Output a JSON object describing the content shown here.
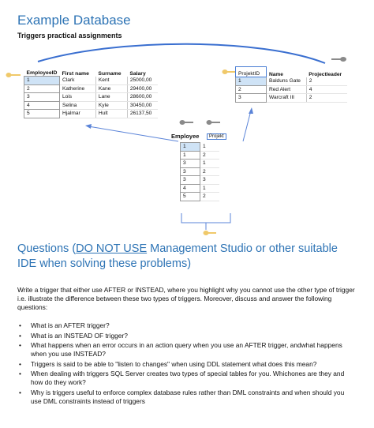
{
  "title": "Example Database",
  "subtitle": "Triggers practical assignments",
  "employee_table": {
    "headers": [
      "EmployeeID",
      "First name",
      "Surname",
      "Salary"
    ],
    "rows": [
      [
        "1",
        "Clark",
        "Kent",
        "25000,00"
      ],
      [
        "2",
        "Katherine",
        "Kane",
        "29400,00"
      ],
      [
        "3",
        "Lois",
        "Lane",
        "28600,00"
      ],
      [
        "4",
        "Selina",
        "Kyle",
        "30450,00"
      ],
      [
        "5",
        "Hjalmar",
        "Hult",
        "26137,50"
      ]
    ]
  },
  "project_table": {
    "headers": [
      "ProjektID",
      "Name",
      "Projectleader"
    ],
    "rows": [
      [
        "1",
        "Balduns Gate",
        "2"
      ],
      [
        "2",
        "Red Alert",
        "4"
      ],
      [
        "3",
        "Warcraft III",
        "2"
      ]
    ]
  },
  "employee_project_table": {
    "headers": [
      "Employee",
      "Projekt"
    ],
    "rows": [
      [
        "1",
        "1"
      ],
      [
        "1",
        "2"
      ],
      [
        "3",
        "1"
      ],
      [
        "3",
        "2"
      ],
      [
        "3",
        "3"
      ],
      [
        "4",
        "1"
      ],
      [
        "5",
        "2"
      ]
    ]
  },
  "questions_heading": {
    "prefix": "Questions (",
    "underlined": "DO NOT USE",
    "suffix": " Management Studio or other suitable IDE when solving these problems)"
  },
  "intro": "Write a trigger that either use AFTER or INSTEAD, where you highlight why you cannot use the other type of trigger i.e. illustrate the difference between these two types of triggers. Moreover, discuss and answer the following questions:",
  "questions": [
    "What is an AFTER trigger?",
    "What is an INSTEAD OF trigger?",
    "What happens when an error occurs in an action query when you use an AFTER trigger, andwhat happens when you use INSTEAD?",
    "Triggers is said to be able to \"listen to changes\" when using DDL statement what does this mean?",
    "When dealing with triggers SQL Server creates two types of special tables for you. Whichones are they and how do they work?",
    "Why is triggers useful to enforce complex database rules rather than DML constraints and when should you use DML constraints instead of triggers"
  ],
  "colors": {
    "heading": "#2e74b5",
    "relation_line": "#3a6fd0",
    "key_icon": "#8a8a8a",
    "primary_key_icon": "#f0c96a"
  },
  "icons": [
    "key-icon",
    "primary-key-icon"
  ]
}
